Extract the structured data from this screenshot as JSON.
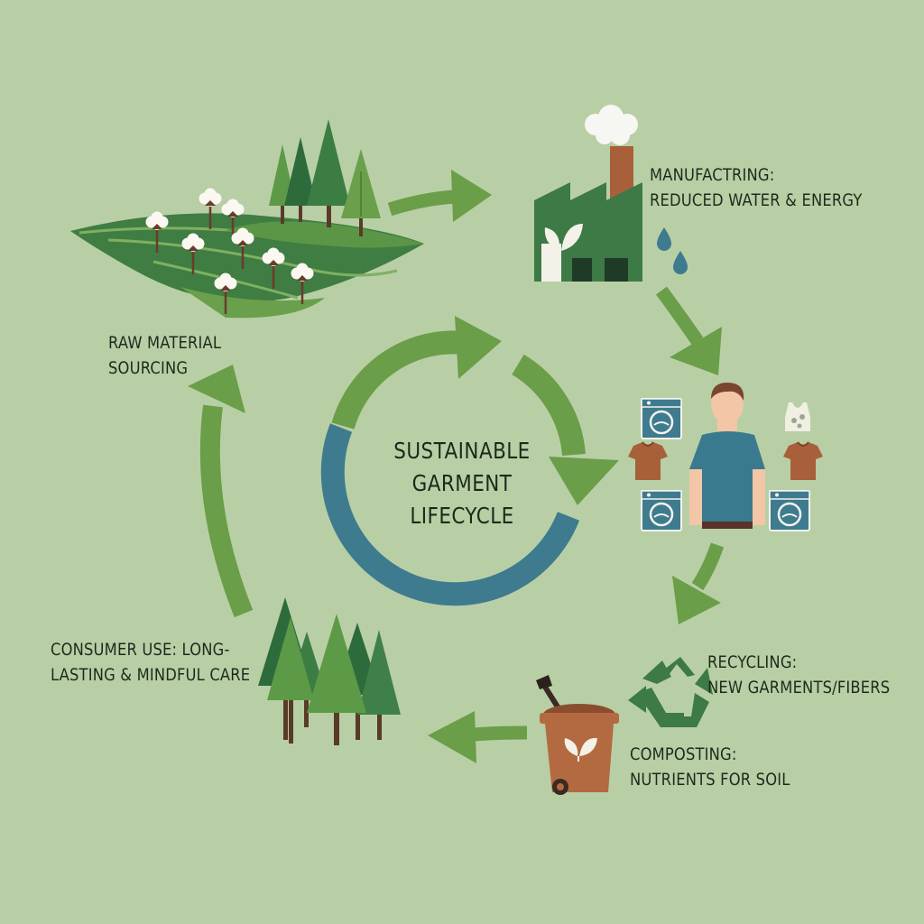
{
  "center": {
    "line1": "SUSTAINABLE",
    "line2": "GARMENT",
    "line3": "LIFECYCLE"
  },
  "stages": {
    "raw_material": {
      "line1": "RAW MATERIAL",
      "line2": "SOURCING"
    },
    "manufacturing": {
      "line1": "MANUFACTRING:",
      "line2": "REDUCED WATER & ENERGY"
    },
    "recycling": {
      "line1": "RECYCLING:",
      "line2": "NEW GARMENTS/FIBERS"
    },
    "composting": {
      "line1": "COMPOSTING:",
      "line2": "NUTRIENTS FOR SOIL"
    },
    "consumer_use": {
      "line1": "CONSUMER USE: LONG-",
      "line2": "LASTING & MINDFUL CARE"
    }
  },
  "colors": {
    "background": "#b8cfa6",
    "arrow_green": "#6a9e48",
    "forest_green": "#3d7a45",
    "teal_blue": "#3e7b8f",
    "brown": "#a8603a",
    "shirt_blue": "#3a7a8f"
  },
  "icons": [
    "cotton-field-icon",
    "factory-icon",
    "water-drop-icon",
    "person-icon",
    "washing-machine-icon",
    "t-shirt-icon",
    "recycle-icon",
    "compost-bin-icon",
    "forest-icon",
    "cycle-arrow-icon"
  ]
}
